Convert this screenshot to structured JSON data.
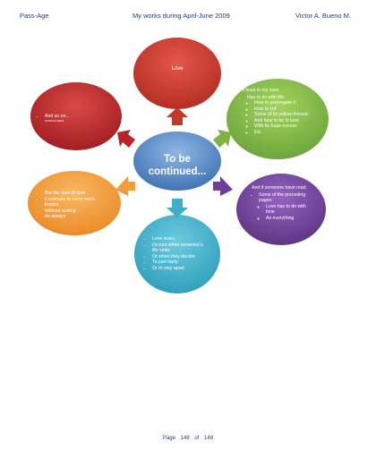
{
  "header": {
    "left": "Pass-Age",
    "center": "My works during April-June 2009",
    "right": "Victor A. Bueno M."
  },
  "diagram": {
    "center": {
      "line1": "To be",
      "line2": "continued..."
    },
    "top": {
      "title": "Love"
    },
    "top_right": {
      "heading": "At least in my case",
      "items": [
        "Has to do with life:"
      ],
      "subitems": [
        "How to prolongate it",
        "How to cut",
        "Some of its yellow threads",
        "And how to be in tune",
        "With its huge excess",
        "Etc."
      ]
    },
    "bottom_right": {
      "heading": "And if someone have read",
      "items": [
        "Some of the preceding pages:"
      ],
      "subitems": [
        "Love has to do with time",
        "As everything"
      ]
    },
    "bottom": {
      "items": [
        "Love scars",
        "Occurs when someone's life sinks",
        "Or when they decide",
        "To part early",
        "Or to stay apart"
      ]
    },
    "bottom_left": {
      "items": [
        "But the river of time",
        "Continues to carry one's bodies",
        "Without ending",
        "As always"
      ]
    },
    "top_left": {
      "items": [
        "And so on..."
      ],
      "note": "SUBSCRIBER"
    }
  },
  "colors": {
    "center": "#4f86c6",
    "top": "#c0392b",
    "top_right": "#7cb342",
    "bottom_right": "#6f3f97",
    "bottom": "#3eaec9",
    "bottom_left": "#f39c3d",
    "top_left": "#b8242a"
  },
  "footer": {
    "page_label": "Page",
    "page_number": "148",
    "of_label": "of",
    "total_pages": "148"
  }
}
